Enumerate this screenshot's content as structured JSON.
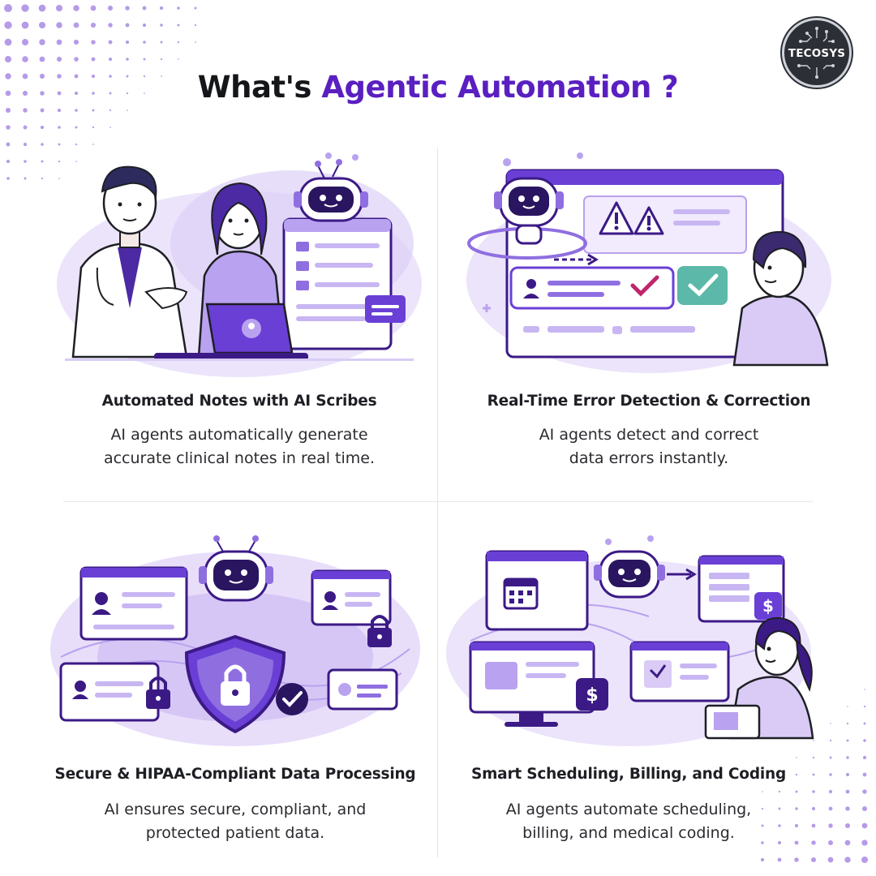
{
  "brand": {
    "logo_text": "TECOSYS"
  },
  "headline": {
    "prefix": "What's",
    "highlight": "Agentic Automation",
    "suffix": "?"
  },
  "colors": {
    "accent": "#5a1fc0",
    "purple_light": "#e9e0fb",
    "purple_mid": "#b9a2ef",
    "purple_dark": "#3b1a86"
  },
  "cards": [
    {
      "title": "Automated Notes with AI Scribes",
      "description_lines": [
        "AI agents automatically generate",
        "accurate clinical notes in real time."
      ],
      "illustration": "doctor-patient-ai-scribe"
    },
    {
      "title": "Real-Time Error Detection & Correction",
      "description_lines": [
        "AI agents detect and correct",
        "data errors instantly."
      ],
      "illustration": "error-detection-dashboard"
    },
    {
      "title": "Secure & HIPAA-Compliant Data Processing",
      "description_lines": [
        "AI ensures secure, compliant, and",
        "protected patient data."
      ],
      "illustration": "security-shield-lock"
    },
    {
      "title": "Smart Scheduling, Billing, and Coding",
      "description_lines": [
        "AI agents automate scheduling,",
        "billing, and medical coding."
      ],
      "illustration": "scheduling-billing"
    }
  ]
}
